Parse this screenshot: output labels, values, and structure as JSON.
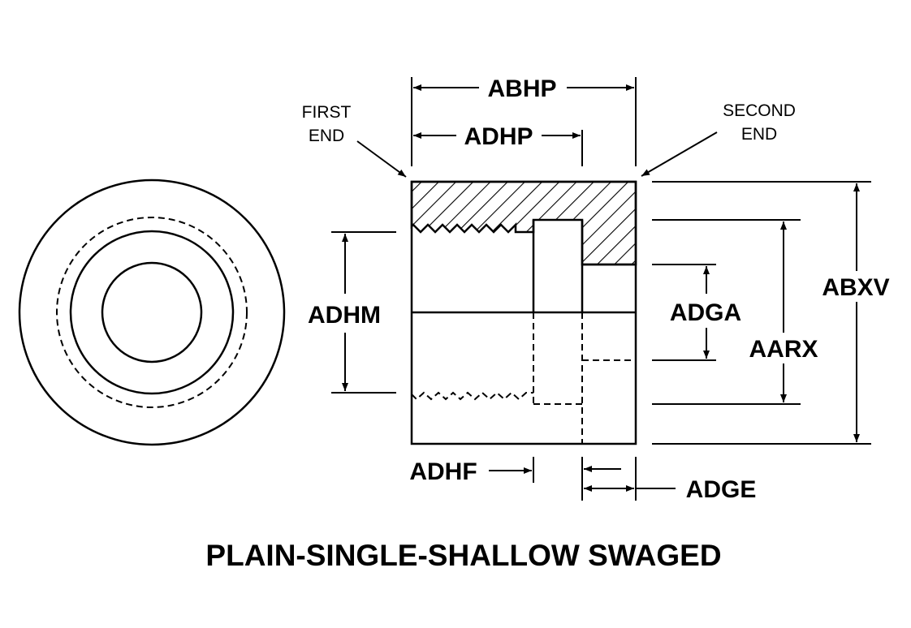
{
  "title": "PLAIN-SINGLE-SHALLOW SWAGED",
  "labels": {
    "first_end_line1": "FIRST",
    "first_end_line2": "END",
    "second_end_line1": "SECOND",
    "second_end_line2": "END",
    "abhp": "ABHP",
    "adhp": "ADHP",
    "adhm": "ADHM",
    "adga": "ADGA",
    "aarx": "AARX",
    "abxv": "ABXV",
    "adhf": "ADHF",
    "adge": "ADGE"
  }
}
